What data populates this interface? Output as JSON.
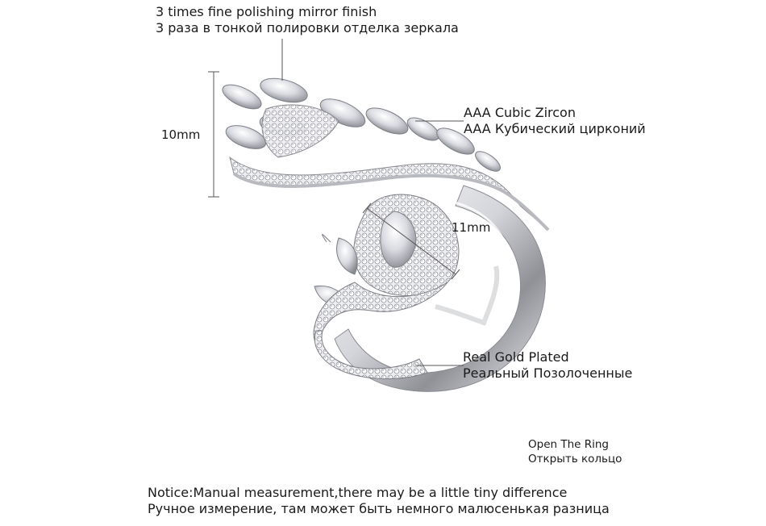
{
  "annotations": {
    "polish_en": "3 times fine polishing mirror finish",
    "polish_ru": "3 раза в тонкой полировки отделка зеркала",
    "zircon_en": "AAA Cubic Zircon",
    "zircon_ru": "AAA Кубический цирконий",
    "gold_en": "Real Gold Plated",
    "gold_ru": "Реальный Позолоченные",
    "open_en": "Open The Ring",
    "open_ru": "Открыть кольцо"
  },
  "dimensions": {
    "height": "10mm",
    "width": "11mm"
  },
  "notice": {
    "en": "Notice:Manual measurement,there may be a little tiny difference",
    "ru": "Ручное измерение, там может быть немного малюсенькая разница"
  },
  "colors": {
    "background": "#ffffff",
    "text": "#1a1a1a",
    "metal_light": "#f4f4f6",
    "metal_mid": "#c8c9ce",
    "metal_dark": "#7b7d84",
    "crystal": "#e9eaef",
    "line": "#555555"
  }
}
